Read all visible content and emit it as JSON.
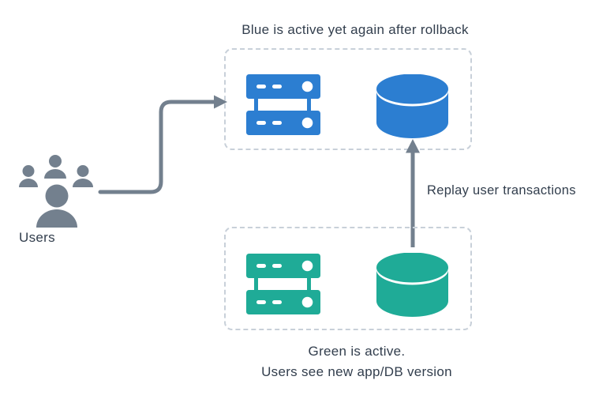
{
  "title": "Blue is active yet again after rollback",
  "users": {
    "label": "Users",
    "icon": "users-group-icon"
  },
  "blue_environment": {
    "icons": [
      "app-server-icon",
      "database-icon"
    ]
  },
  "green_environment": {
    "caption_line1": "Green is active.",
    "caption_line2": "Users see new app/DB version",
    "icons": [
      "app-server-icon",
      "database-icon"
    ]
  },
  "replay_arrow": {
    "label": "Replay user transactions"
  },
  "colors": {
    "blue": "#2c7ed1",
    "green": "#1fab97",
    "gray": "#73808e",
    "border": "#c8d0d9",
    "text": "#323e4d"
  }
}
